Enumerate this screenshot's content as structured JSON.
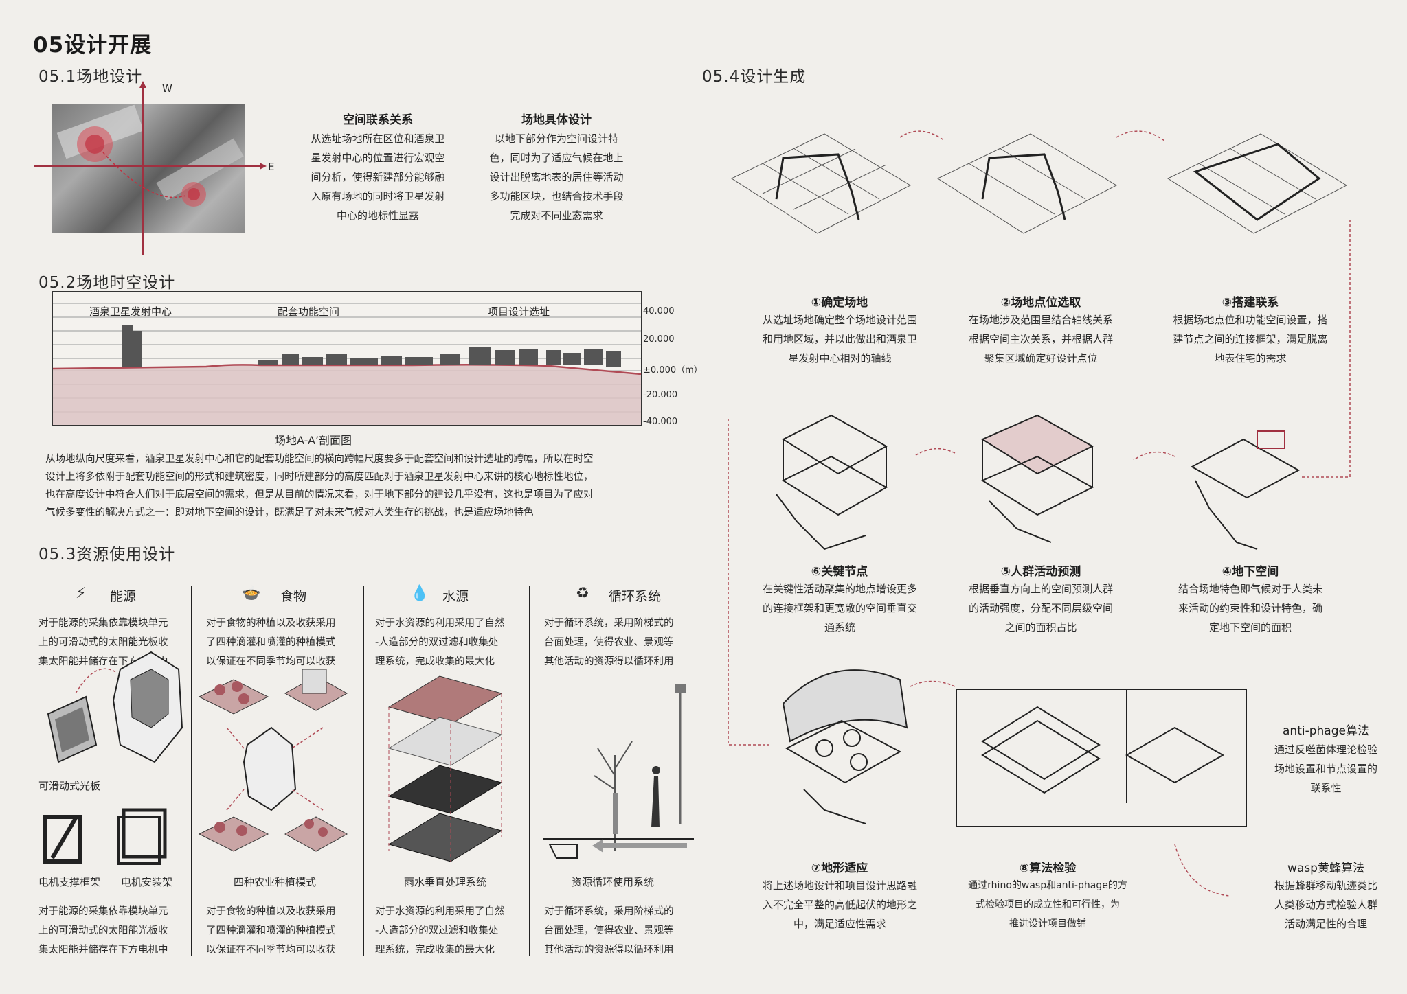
{
  "page_title": "05设计开展",
  "s1": {
    "title": "05.1场地设计",
    "north": "W",
    "east": "E",
    "col1_title": "空间联系关系",
    "col1_lines": [
      "从选址场地所在区位和酒泉卫",
      "星发射中心的位置进行宏观空",
      "间分析，使得新建部分能够融",
      "入原有场地的同时将卫星发射",
      "中心的地标性显露"
    ],
    "col2_title": "场地具体设计",
    "col2_lines": [
      "以地下部分作为空间设计特",
      "色，同时为了适应气候在地上",
      "设计出脱离地表的居住等活动",
      "多功能区块，也结合技术手段",
      "完成对不同业态需求"
    ]
  },
  "s2": {
    "title": "05.2场地时空设计",
    "zone_labels": [
      "酒泉卫星发射中心",
      "配套功能空间",
      "项目设计选址"
    ],
    "scale_labels": [
      "40.000",
      "20.000",
      "±0.000（m）",
      "-20.000",
      "-40.000"
    ],
    "caption": "场地A-A’剖面图",
    "para": [
      "从场地纵向尺度来看，酒泉卫星发射中心和它的配套功能空间的横向跨幅尺度要多于配套空间和设计选址的跨幅，所以在时空",
      "设计上将多依附于配套功能空间的形式和建筑密度，同时所建部分的高度匹配对于酒泉卫星发射中心来讲的核心地标性地位，",
      "也在高度设计中符合人们对于底层空间的需求，但是从目前的情况来看，对于地下部分的建设几乎没有，这也是项目为了应对",
      "气候多变性的解决方式之一：即对地下空间的设计，既满足了对未来气候对人类生存的挑战，也是适应场地特色"
    ]
  },
  "s3": {
    "title": "05.3资源使用设计",
    "cols": [
      {
        "name": "能源",
        "icon": "energy-icon",
        "lines": [
          "对于能源的采集依靠模块单元",
          "上的可滑动式的太阳能光板收",
          "集太阳能并储存在下方电机中"
        ],
        "cap1": "可滑动式光板",
        "cap2": "电机支撑框架",
        "cap3": "电机安装架",
        "lines2": [
          "对于能源的采集依靠模块单元",
          "上的可滑动式的太阳能光板收",
          "集太阳能并储存在下方电机中"
        ]
      },
      {
        "name": "食物",
        "icon": "food-icon",
        "lines": [
          "对于食物的种植以及收获采用",
          "了四种滴灌和喷灌的种植模式",
          "以保证在不同季节均可以收获"
        ],
        "cap": "四种农业种植模式",
        "lines2": [
          "对于食物的种植以及收获采用",
          "了四种滴灌和喷灌的种植模式",
          "以保证在不同季节均可以收获"
        ]
      },
      {
        "name": "水源",
        "icon": "water-icon",
        "lines": [
          "对于水资源的利用采用了自然",
          "-人造部分的双过滤和收集处",
          "理系统，完成收集的最大化"
        ],
        "cap": "雨水垂直处理系统",
        "lines2": [
          "对于水资源的利用采用了自然",
          "-人造部分的双过滤和收集处",
          "理系统，完成收集的最大化"
        ]
      },
      {
        "name": "循环系统",
        "icon": "cycle-icon",
        "lines": [
          "对于循环系统，采用阶梯式的",
          "台面处理，使得农业、景观等",
          "其他活动的资源得以循环利用"
        ],
        "cap": "资源循环使用系统",
        "lines2": [
          "对于循环系统，采用阶梯式的",
          "台面处理，使得农业、景观等",
          "其他活动的资源得以循环利用"
        ]
      }
    ]
  },
  "s4": {
    "title": "05.4设计生成",
    "steps": [
      {
        "title": "①确定场地",
        "lines": [
          "从选址场地确定整个场地设计范围",
          "和用地区域，并以此做出和酒泉卫",
          "星发射中心相对的轴线"
        ]
      },
      {
        "title": "②场地点位选取",
        "lines": [
          "在场地涉及范围里结合轴线关系",
          "根据空间主次关系，并根据人群",
          "聚集区域确定好设计点位"
        ]
      },
      {
        "title": "③搭建联系",
        "lines": [
          "根据场地点位和功能空间设置，搭",
          "建节点之间的连接框架，满足脱离",
          "地表住宅的需求"
        ]
      },
      {
        "title": "⑥关键节点",
        "lines": [
          "在关键性活动聚集的地点增设更多",
          "的连接框架和更宽敞的空间垂直交",
          "通系统"
        ]
      },
      {
        "title": "⑤人群活动预测",
        "lines": [
          "根据垂直方向上的空间预测人群",
          "的活动强度，分配不同层级空间",
          "之间的面积占比"
        ]
      },
      {
        "title": "④地下空间",
        "lines": [
          "结合场地特色即气候对于人类未",
          "来活动的约束性和设计特色，确",
          "定地下空间的面积"
        ]
      },
      {
        "title": "⑦地形适应",
        "lines": [
          "将上述场地设计和项目设计思路融",
          "入不完全平整的高低起伏的地形之",
          "中，满足适应性需求"
        ]
      },
      {
        "title": "⑧算法检验",
        "lines": [
          "通过rhino的wasp和anti-phage的方",
          "式检验项目的成立性和可行性，为",
          "推进设计项目做铺"
        ]
      }
    ],
    "algo1": {
      "title": "anti-phage算法",
      "lines": [
        "通过反噬菌体理论检验",
        "场地设置和节点设置的",
        "联系性"
      ]
    },
    "algo2": {
      "title": "wasp黄蜂算法",
      "lines": [
        "根据蜂群移动轨迹类比",
        "人类移动方式检验人群",
        "活动满足性的合理"
      ]
    }
  },
  "colors": {
    "accent": "#b04a55",
    "line": "#222222"
  }
}
